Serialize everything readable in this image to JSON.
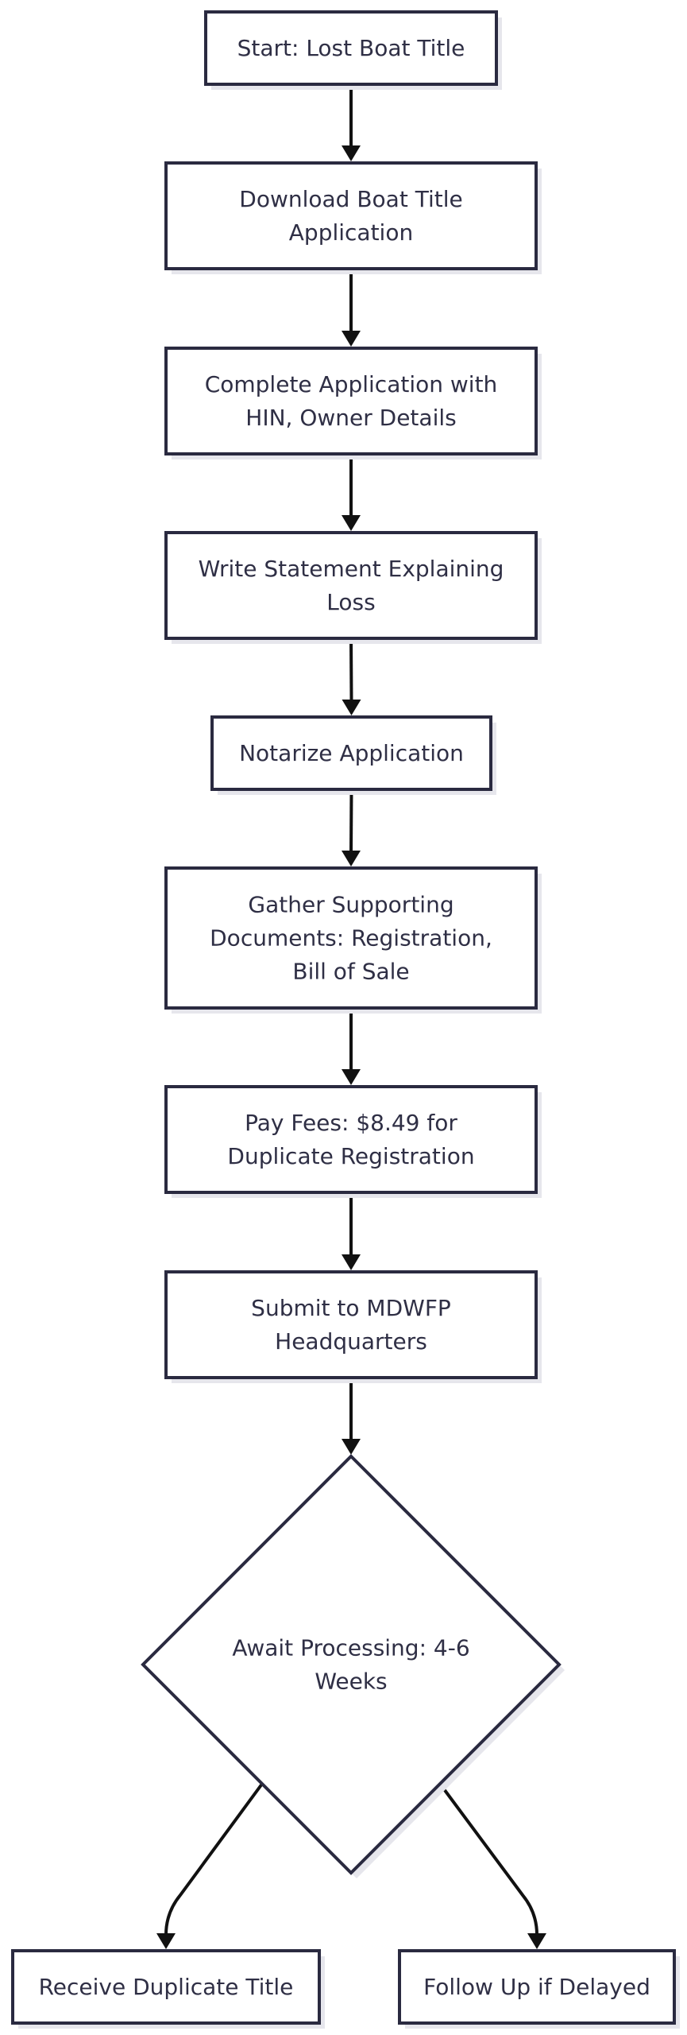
{
  "flowchart": {
    "nodes": [
      {
        "id": "start",
        "shape": "rect",
        "lines": [
          "Start: Lost Boat Title"
        ]
      },
      {
        "id": "download",
        "shape": "rect",
        "lines": [
          "Download Boat Title",
          "Application"
        ]
      },
      {
        "id": "complete",
        "shape": "rect",
        "lines": [
          "Complete Application with",
          "HIN, Owner Details"
        ]
      },
      {
        "id": "statement",
        "shape": "rect",
        "lines": [
          "Write Statement Explaining",
          "Loss"
        ]
      },
      {
        "id": "notarize",
        "shape": "rect",
        "lines": [
          "Notarize Application"
        ]
      },
      {
        "id": "gather",
        "shape": "rect",
        "lines": [
          "Gather Supporting",
          "Documents: Registration,",
          "Bill of Sale"
        ]
      },
      {
        "id": "fees",
        "shape": "rect",
        "lines": [
          "Pay Fees: $8.49 for",
          "Duplicate Registration"
        ]
      },
      {
        "id": "submit",
        "shape": "rect",
        "lines": [
          "Submit to MDWFP",
          "Headquarters"
        ]
      },
      {
        "id": "await",
        "shape": "diamond",
        "lines": [
          "Await Processing: 4-6",
          "Weeks"
        ]
      },
      {
        "id": "receive",
        "shape": "rect",
        "lines": [
          "Receive Duplicate Title"
        ]
      },
      {
        "id": "followup",
        "shape": "rect",
        "lines": [
          "Follow Up if Delayed"
        ]
      }
    ],
    "edges": [
      {
        "from": "start",
        "to": "download"
      },
      {
        "from": "download",
        "to": "complete"
      },
      {
        "from": "complete",
        "to": "statement"
      },
      {
        "from": "statement",
        "to": "notarize"
      },
      {
        "from": "notarize",
        "to": "gather"
      },
      {
        "from": "gather",
        "to": "fees"
      },
      {
        "from": "fees",
        "to": "submit"
      },
      {
        "from": "submit",
        "to": "await"
      },
      {
        "from": "await",
        "to": "receive"
      },
      {
        "from": "await",
        "to": "followup"
      }
    ]
  }
}
